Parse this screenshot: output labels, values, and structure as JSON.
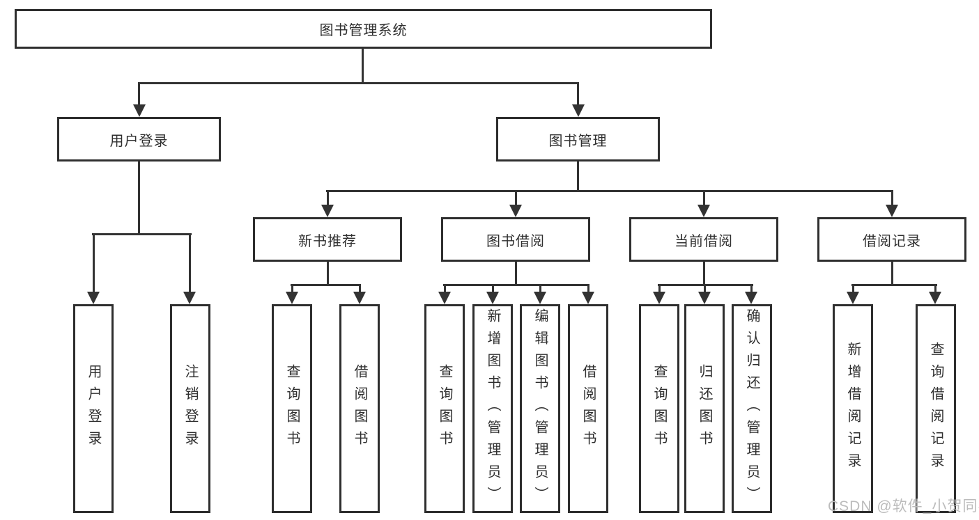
{
  "diagram": {
    "title": "图书管理系统",
    "root": {
      "label": "图书管理系统"
    },
    "login": {
      "label": "用户登录",
      "children": [
        {
          "label": "用户登录"
        },
        {
          "label": "注销登录"
        }
      ]
    },
    "mgmt": {
      "label": "图书管理"
    },
    "groups": [
      {
        "label": "新书推荐",
        "children": [
          {
            "label": "查询图书"
          },
          {
            "label": "借阅图书"
          }
        ]
      },
      {
        "label": "图书借阅",
        "children": [
          {
            "label": "查询图书"
          },
          {
            "label": "新增图书（管理员）"
          },
          {
            "label": "编辑图书（管理员）"
          },
          {
            "label": "借阅图书"
          }
        ]
      },
      {
        "label": "当前借阅",
        "children": [
          {
            "label": "查询图书"
          },
          {
            "label": "归还图书"
          },
          {
            "label": "确认归还（管理员）"
          }
        ]
      },
      {
        "label": "借阅记录",
        "children": [
          {
            "label": "新增借阅记录"
          },
          {
            "label": "查询借阅记录"
          }
        ]
      }
    ]
  },
  "watermark": {
    "text": "CSDN @软件_小贺同学"
  },
  "colors": {
    "line": "#333333",
    "border": "#2e2e2e",
    "text": "#2f2f2f",
    "watermark": "#bcbcbc",
    "background": "#ffffff"
  }
}
